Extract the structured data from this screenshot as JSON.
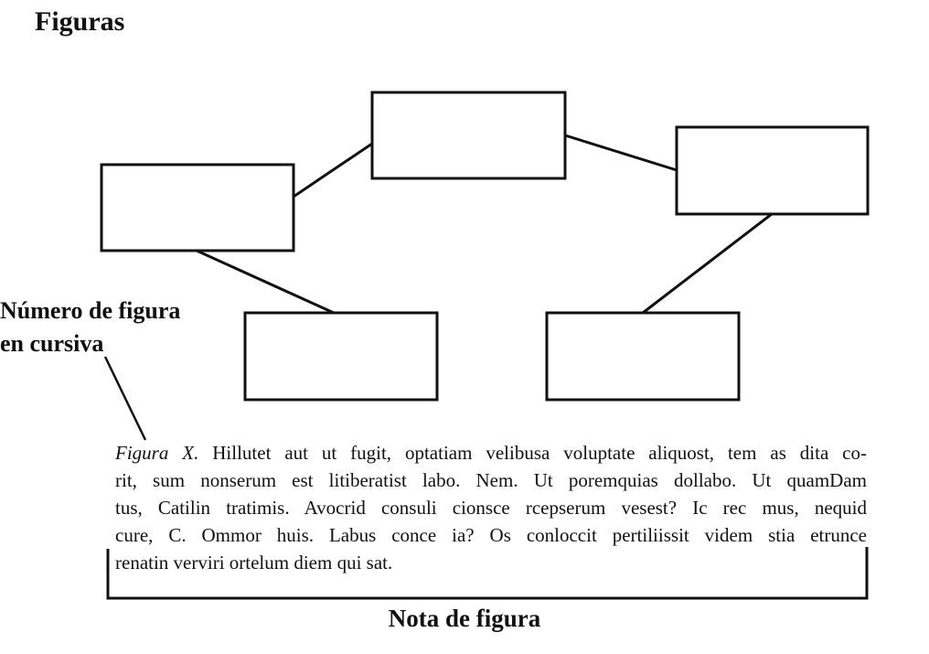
{
  "page": {
    "heading": "Figuras"
  },
  "annotations": {
    "figure_number_label_line1": "Número de figura",
    "figure_number_label_line2": "en cursiva",
    "figure_note_label": "Nota de figura"
  },
  "caption": {
    "figure_number": "Figura X.",
    "lines": [
      "Hillutet aut ut fugit, optatiam velibusa voluptate aliquost, tem as dita co-",
      "rit, sum nonserum est litiberatist labo. Nem. Ut poremquias dollabo. Ut quamDam",
      "tus, Catilin tratimis. Avocrid consuli cionsce rcepserum vesest? Ic rec mus, nequid",
      "cure, C. Ommor huis. Labus conce ia? Os conloccit pertiliissit videm stia etrunce",
      "renatin verviri ortelum diem qui sat."
    ]
  },
  "colors": {
    "ink": "#111111",
    "background": "#ffffff"
  }
}
